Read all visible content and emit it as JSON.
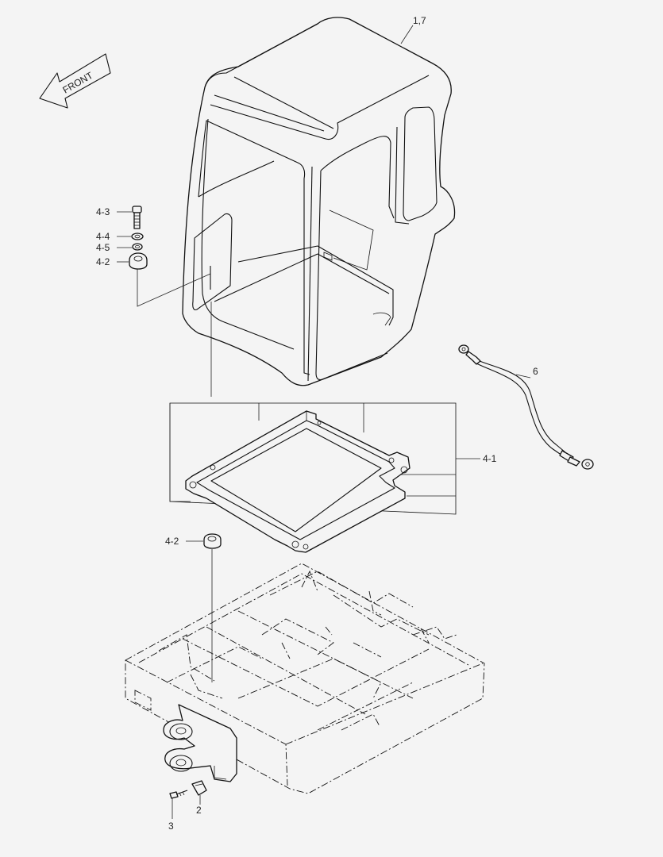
{
  "front_arrow": {
    "text": "FRONT"
  },
  "labels": {
    "cab": "1,7",
    "bolt": "4-3",
    "washer_a": "4-4",
    "washer_b": "4-5",
    "mount_upper": "4-2",
    "mount_lower": "4-2",
    "frame": "4-1",
    "ground_cable": "6",
    "clip": "2",
    "screw": "3"
  }
}
